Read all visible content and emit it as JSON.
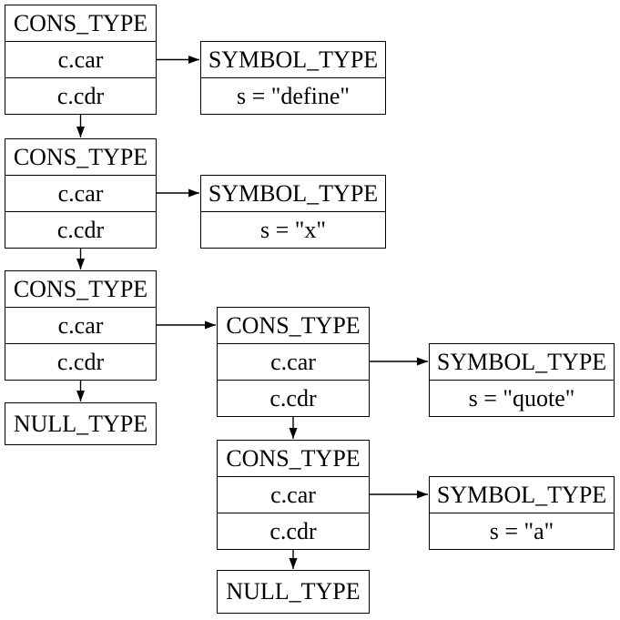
{
  "diagram": {
    "kind": "cons-cell-graph",
    "background_color": "#ffffff",
    "line_color": "#000000",
    "text_color": "#000000"
  },
  "nodes": {
    "cons1": {
      "title": "CONS_TYPE",
      "car": "c.car",
      "cdr": "c.cdr"
    },
    "sym_define": {
      "title": "SYMBOL_TYPE",
      "value": "s = \"define\""
    },
    "cons2": {
      "title": "CONS_TYPE",
      "car": "c.car",
      "cdr": "c.cdr"
    },
    "sym_x": {
      "title": "SYMBOL_TYPE",
      "value": "s = \"x\""
    },
    "cons3": {
      "title": "CONS_TYPE",
      "car": "c.car",
      "cdr": "c.cdr"
    },
    "null1": {
      "title": "NULL_TYPE"
    },
    "cons4": {
      "title": "CONS_TYPE",
      "car": "c.car",
      "cdr": "c.cdr"
    },
    "sym_quote": {
      "title": "SYMBOL_TYPE",
      "value": "s = \"quote\""
    },
    "cons5": {
      "title": "CONS_TYPE",
      "car": "c.car",
      "cdr": "c.cdr"
    },
    "sym_a": {
      "title": "SYMBOL_TYPE",
      "value": "s = \"a\""
    },
    "null2": {
      "title": "NULL_TYPE"
    }
  },
  "edges": [
    {
      "from": "cons1.car",
      "to": "sym_define"
    },
    {
      "from": "cons1.cdr",
      "to": "cons2"
    },
    {
      "from": "cons2.car",
      "to": "sym_x"
    },
    {
      "from": "cons2.cdr",
      "to": "cons3"
    },
    {
      "from": "cons3.car",
      "to": "cons4"
    },
    {
      "from": "cons3.cdr",
      "to": "null1"
    },
    {
      "from": "cons4.car",
      "to": "sym_quote"
    },
    {
      "from": "cons4.cdr",
      "to": "cons5"
    },
    {
      "from": "cons5.car",
      "to": "sym_a"
    },
    {
      "from": "cons5.cdr",
      "to": "null2"
    }
  ]
}
